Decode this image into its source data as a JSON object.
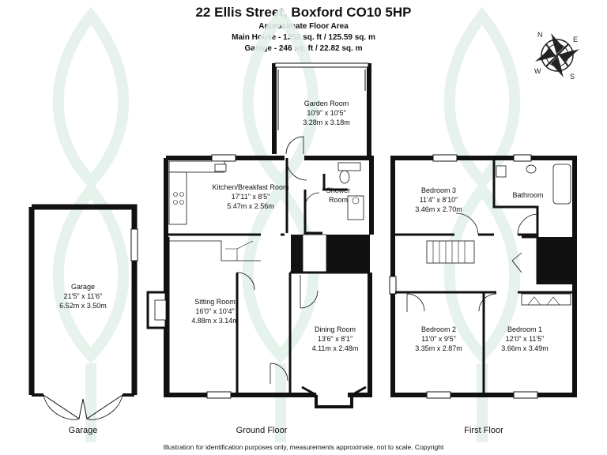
{
  "header": {
    "title": "22 Ellis Street, Boxford CO10 5HP",
    "area_heading": "Approximate Floor Area",
    "main_house": "Main House - 1352 sq. ft / 125.59 sq. m",
    "garage": "Garage - 246 sq. ft / 22.82 sq. m"
  },
  "compass": {
    "n": "N",
    "e": "E",
    "s": "S",
    "w": "W"
  },
  "rooms": {
    "garage": {
      "name": "Garage",
      "imperial": "21'5\" x 11'6\"",
      "metric": "6.52m x 3.50m"
    },
    "garden_room": {
      "name": "Garden Room",
      "imperial": "10'9\" x 10'5\"",
      "metric": "3.28m x 3.18m"
    },
    "kitchen": {
      "name": "Kitchen/Breakfast Room",
      "imperial": "17'11\" x 8'5\"",
      "metric": "5.47m x 2.56m"
    },
    "shower": {
      "name1": "Shower",
      "name2": "Room"
    },
    "sitting": {
      "name": "Sitting Room",
      "imperial": "16'0\" x 10'4\"",
      "metric": "4.88m x 3.14m"
    },
    "dining": {
      "name": "Dining Room",
      "imperial": "13'6\" x 8'1\"",
      "metric": "4.11m x 2.48m"
    },
    "bedroom3": {
      "name": "Bedroom 3",
      "imperial": "11'4\" x 8'10\"",
      "metric": "3.46m x 2.70m"
    },
    "bathroom": {
      "name": "Bathroom"
    },
    "bedroom2": {
      "name": "Bedroom 2",
      "imperial": "11'0\" x 9'5\"",
      "metric": "3.35m x 2.87m"
    },
    "bedroom1": {
      "name": "Bedroom 1",
      "imperial": "12'0\" x 11'5\"",
      "metric": "3.66m x 3.49m"
    }
  },
  "floor_labels": {
    "garage": "Garage",
    "ground": "Ground Floor",
    "first": "First Floor"
  },
  "footer": "Illustration for identification purposes only, measurements approximate, not to scale. Copyright",
  "colors": {
    "wall": "#111111",
    "watermark": "#e8f3ee",
    "text": "#111111"
  }
}
